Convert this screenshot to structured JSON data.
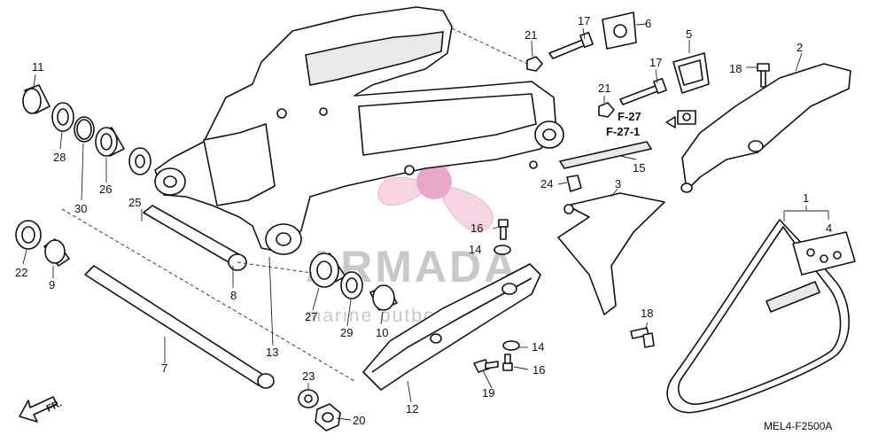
{
  "diagram": {
    "code": "MEL4-F2500A",
    "direction_label": "FR.",
    "refs": [
      "F-27",
      "F-27-1"
    ],
    "watermark": {
      "brand": "ARMADA",
      "tagline": "marine outboards",
      "logo": "propeller-logo"
    },
    "callouts": {
      "c1": "1",
      "c2": "2",
      "c3": "3",
      "c4": "4",
      "c5": "5",
      "c6": "6",
      "c7": "7",
      "c8": "8",
      "c9": "9",
      "c10": "10",
      "c11": "11",
      "c12": "12",
      "c13": "13",
      "c14a": "14",
      "c14b": "14",
      "c15": "15",
      "c16a": "16",
      "c16b": "16",
      "c17a": "17",
      "c17b": "17",
      "c18a": "18",
      "c18b": "18",
      "c19": "19",
      "c20": "20",
      "c21a": "21",
      "c21b": "21",
      "c22": "22",
      "c23": "23",
      "c24": "24",
      "c25": "25",
      "c26": "26",
      "c27": "27",
      "c28": "28",
      "c29": "29",
      "c30": "30"
    }
  }
}
